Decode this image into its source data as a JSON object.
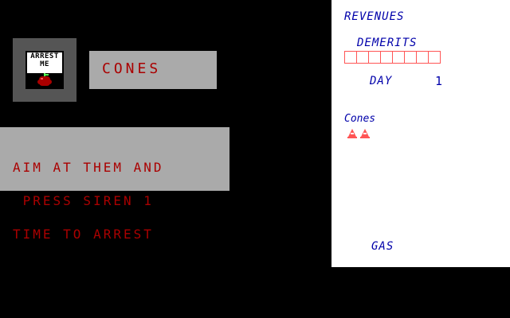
{
  "colors": {
    "background": "#000000",
    "box_gray": "#aaaaaa",
    "box_dark_gray": "#555555",
    "text_red": "#aa0000",
    "panel_white": "#ffffff",
    "panel_blue": "#0000aa",
    "demerit_red": "#ff5555"
  },
  "item": {
    "sign_line1": "ARREST",
    "sign_line2": "ME",
    "sign_icon": "apple-icon",
    "title": "CONES",
    "instructions": [
      "AIM AT THEM AND",
      " PRESS SIREN 1",
      "TIME TO ARREST"
    ]
  },
  "status": {
    "revenues_label": "REVENUES",
    "demerits_label": "DEMERITS",
    "demerits_total": 8,
    "demerits_filled": 0,
    "day_label": "DAY",
    "day_value": "1",
    "cones_label": "Cones",
    "cones_count": 2,
    "cone_icon": "traffic-cone-icon",
    "gas_label": "GAS"
  }
}
